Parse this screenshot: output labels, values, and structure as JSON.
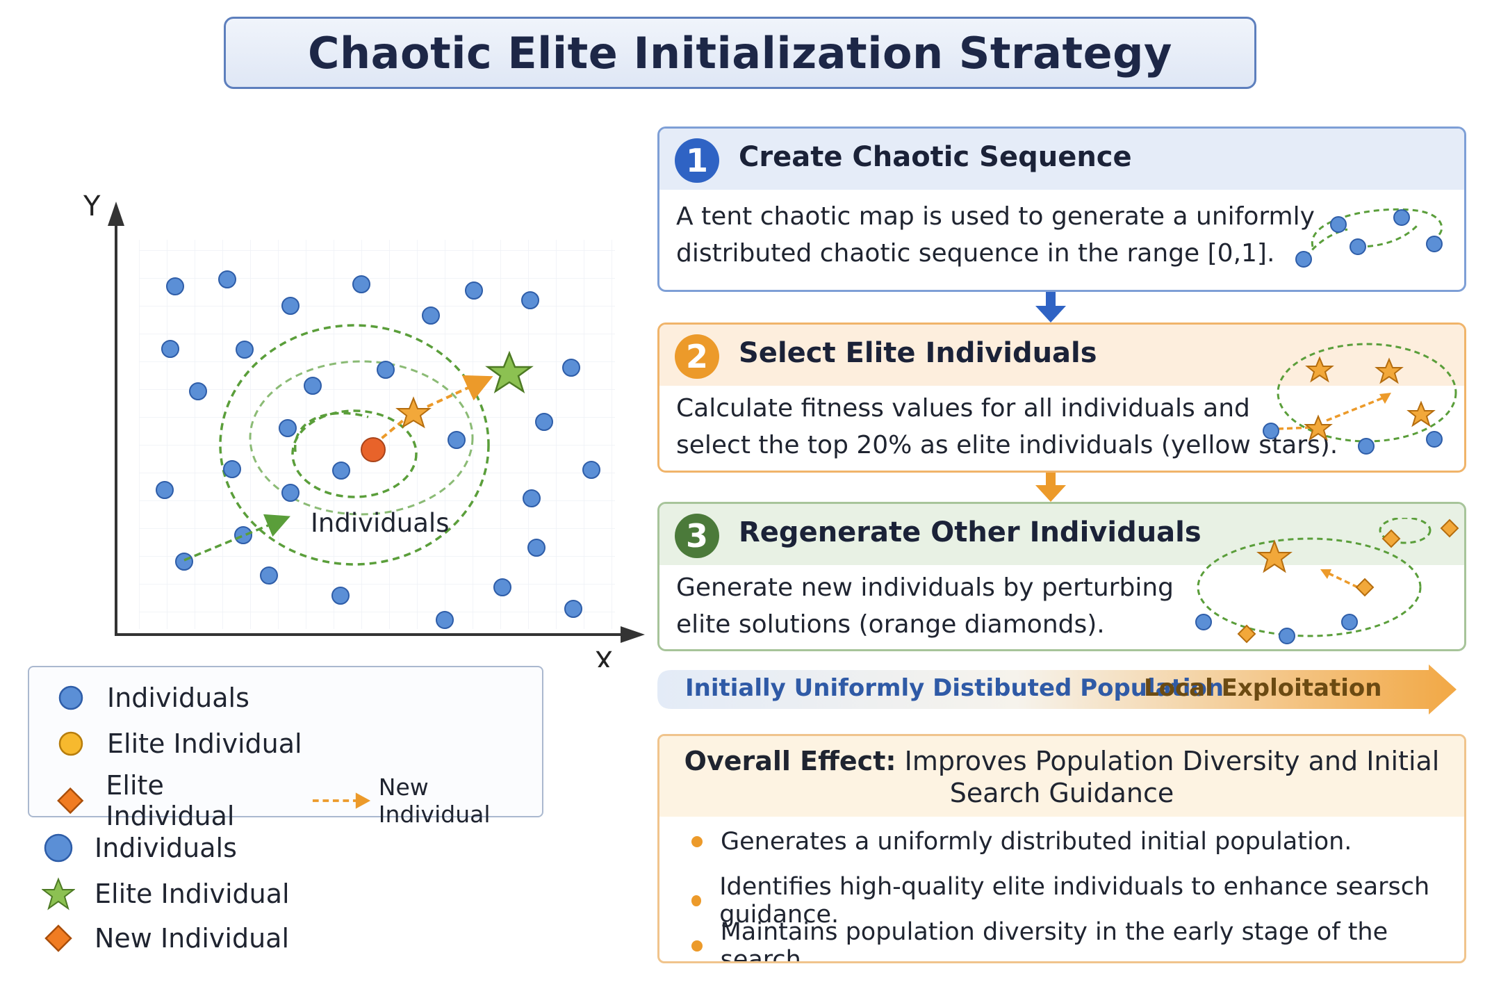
{
  "title": "Chaotic Elite Initialization Strategy",
  "plot": {
    "y_axis_label": "Y",
    "x_axis_label": "X",
    "center_label": "Individuals"
  },
  "legend_box": {
    "items": [
      {
        "label": "Individuals",
        "marker": "blue-circle"
      },
      {
        "label": "Elite Individual",
        "marker": "yellow-circle"
      },
      {
        "label": "Elite Individual",
        "marker": "orange-diamond",
        "arrow_label": "New Individual"
      }
    ]
  },
  "legend_plain": {
    "items": [
      {
        "label": "Individuals",
        "marker": "blue-circle"
      },
      {
        "label": "Elite Individual",
        "marker": "green-star"
      },
      {
        "label": "New Individual",
        "marker": "orange-diamond"
      }
    ]
  },
  "steps": [
    {
      "number": "1",
      "title": "Create Chaotic Sequence",
      "text_line1": "A tent chaotic map is used to generate a uniformly",
      "text_line2": "distributed chaotic sequence in the range [0,1].",
      "color": "#2f63c4"
    },
    {
      "number": "2",
      "title": "Select Elite Individuals",
      "text_line1": "Calculate fitness values for all individuals and",
      "text_line2": "select the top 20% as elite individuals (yellow stars).",
      "color": "#ec9a2a"
    },
    {
      "number": "3",
      "title": "Regenerate Other Individuals",
      "text_line1": "Generate new individuals by perturbing",
      "text_line2": "elite solutions (orange diamonds).",
      "color": "#4b7a3a"
    }
  ],
  "banner": {
    "left_text": "Initially Uniformly Distibuted Population",
    "right_text": "Local Exploitation"
  },
  "effect": {
    "label": "Overall Effect:",
    "line1_rest": " Improves Population Diversity and Initial",
    "line2": "Search Guidance",
    "bullets": [
      "Generates a uniformly distributed initial population.",
      "Identifies high-quality elite individuals to enhance searsch guidance.",
      "Maintains population diversity in the early stage of the search."
    ]
  },
  "colors": {
    "individual": "#5b8fd6",
    "elite_star": "#f2a83a",
    "best_star": "#8cc152",
    "new_diamond": "#f07c22",
    "center": "#e8632a",
    "path_green": "#5a9e3a"
  }
}
